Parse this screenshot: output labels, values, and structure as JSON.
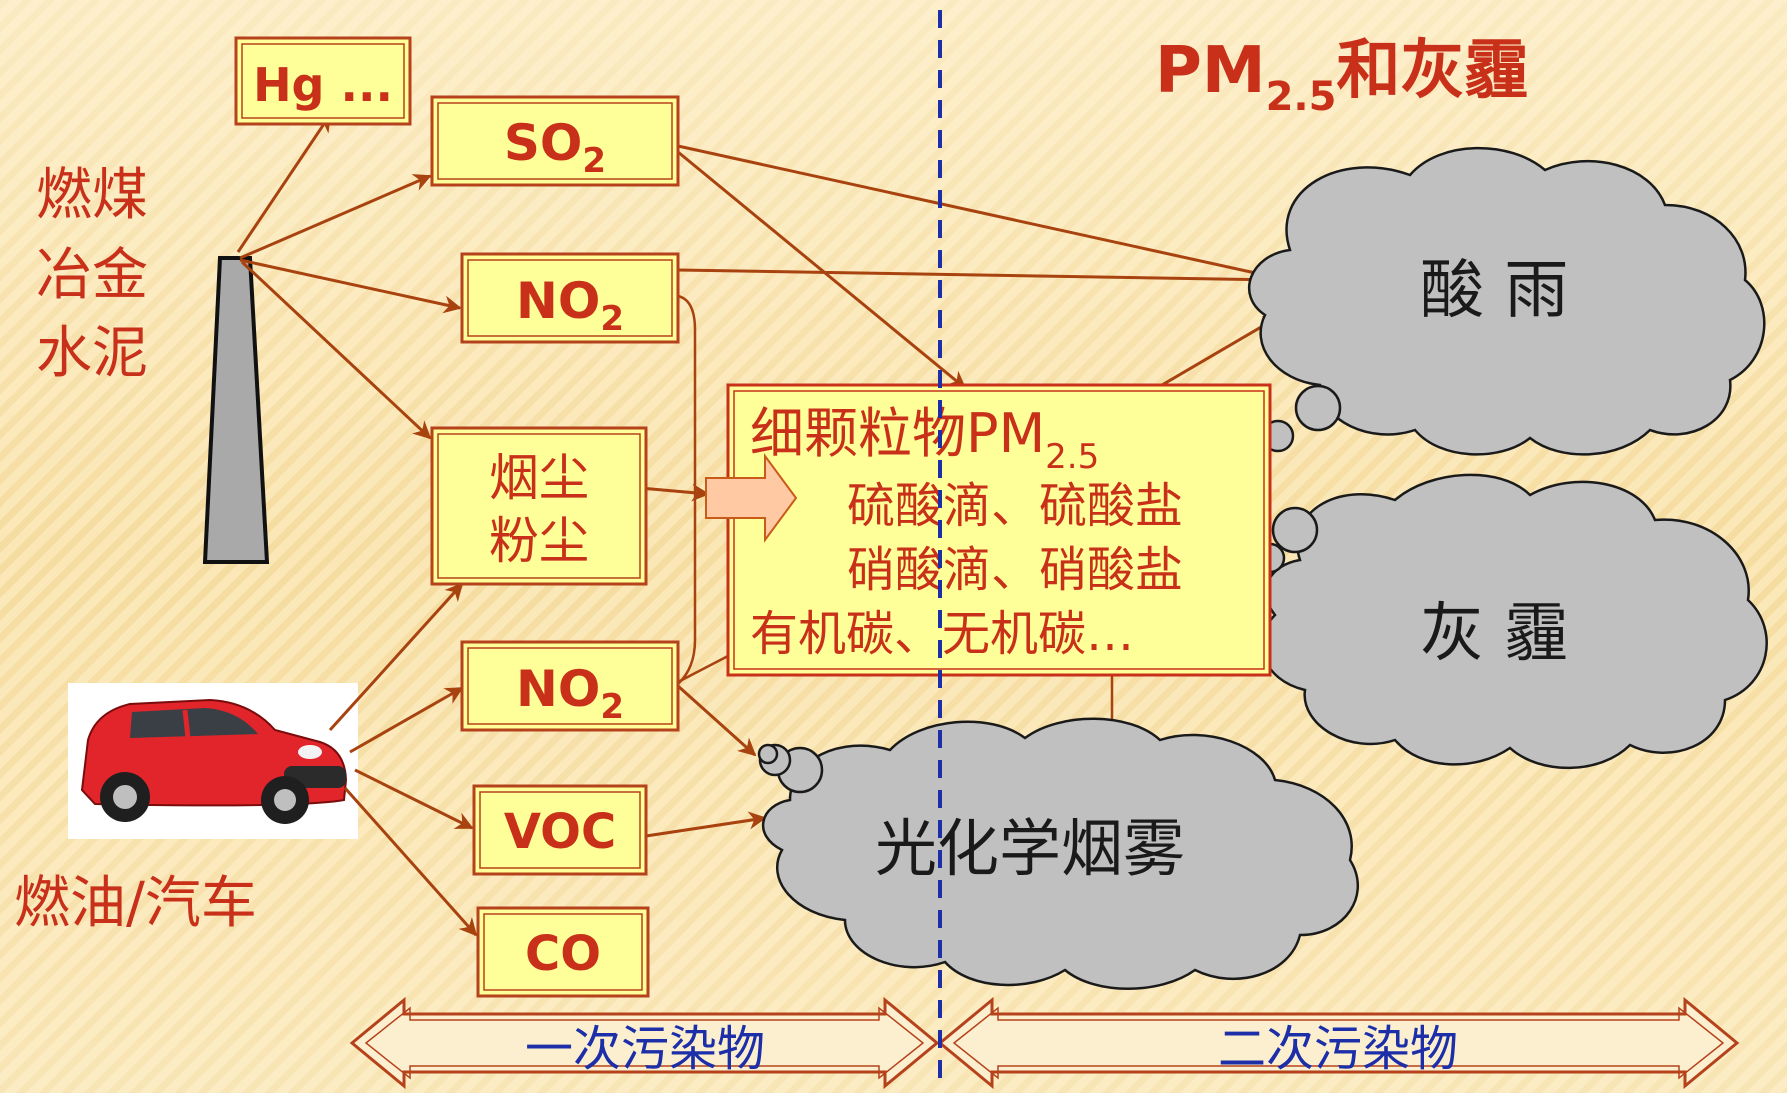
{
  "title": {
    "main": "PM",
    "sub": "2.5",
    "suffix": "和灰霾"
  },
  "sources": {
    "stationary": [
      "燃煤",
      "冶金",
      "水泥"
    ],
    "mobile": "燃油/汽车"
  },
  "primary_pollutants": {
    "hg": "Hg ...",
    "so2": {
      "main": "SO",
      "sub": "2"
    },
    "no2_top": {
      "main": "NO",
      "sub": "2"
    },
    "dust": [
      "烟尘",
      "粉尘"
    ],
    "no2_bottom": {
      "main": "NO",
      "sub": "2"
    },
    "voc": "VOC",
    "co": "CO"
  },
  "fine_particles": {
    "title": "细颗粒物PM",
    "title_sub": "2.5",
    "lines": [
      "硫酸滴、硫酸盐",
      "硝酸滴、硝酸盐",
      "有机碳、无机碳…"
    ]
  },
  "outcomes": {
    "acid_rain": "酸 雨",
    "haze": "灰 霾",
    "smog": "光化学烟雾"
  },
  "bottom_bar": {
    "primary": "一次污染物",
    "secondary": "二次污染物"
  },
  "colors": {
    "accent_red": "#c8301a",
    "arrow": "#a8420f",
    "box_fill": "#ffff99",
    "cloud_fill": "#c0c0c0",
    "divider_blue": "#1c2ea8"
  }
}
